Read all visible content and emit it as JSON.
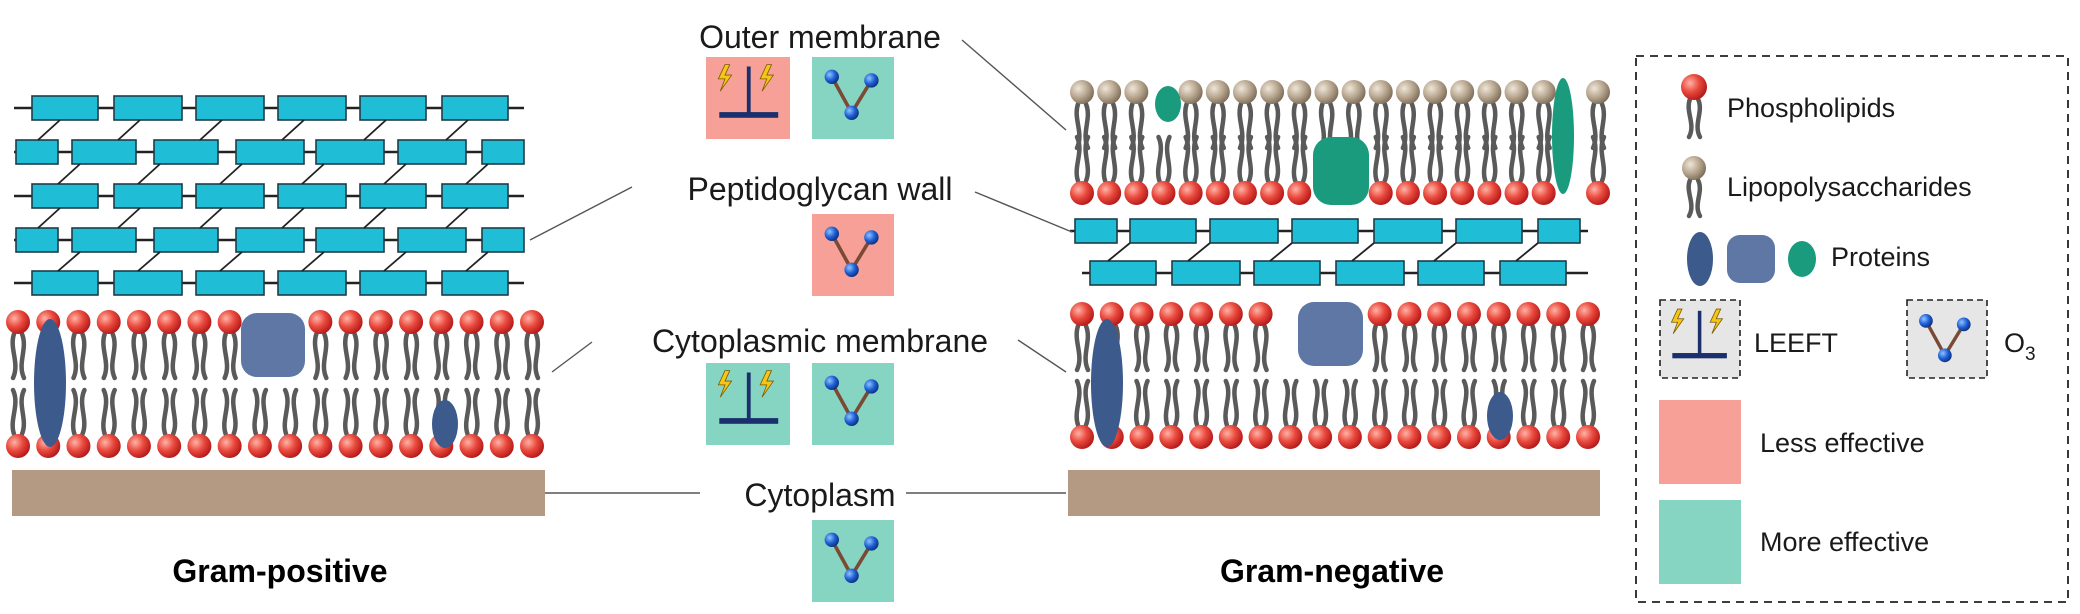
{
  "labels": {
    "outer_membrane": "Outer membrane",
    "peptidoglycan_wall": "Peptidoglycan wall",
    "cytoplasmic_membrane": "Cytoplasmic membrane",
    "cytoplasm": "Cytoplasm",
    "gram_positive": "Gram-positive",
    "gram_negative": "Gram-negative"
  },
  "legend": {
    "phospholipids": "Phospholipids",
    "lipopolysaccharides": "Lipopolysaccharides",
    "proteins": "Proteins",
    "leeft": "LEEFT",
    "o3": "O",
    "o3_sub": "3",
    "less_effective": "Less effective",
    "more_effective": "More effective"
  },
  "effectiveness": {
    "outer_membrane": {
      "leeft": "less",
      "o3": "more"
    },
    "peptidoglycan_wall": {
      "o3": "less"
    },
    "cytoplasmic_membrane": {
      "leeft": "more",
      "o3": "more"
    },
    "cytoplasm": {
      "o3": "more"
    }
  },
  "colors": {
    "less_effective": "#f7a098",
    "more_effective": "#86d5c3",
    "peptidoglycan": "#1fbdd6",
    "cytoplasm": "#b49a82",
    "protein_dark": "#3c5a8c",
    "protein_mid": "#5f77a5",
    "protein_green": "#1a9b7d",
    "head_red": "#e63a3a",
    "head_lps": "#b5a48e"
  },
  "icons": {
    "leeft": "lightning-electrode-icon",
    "o3": "ozone-molecule-icon"
  }
}
